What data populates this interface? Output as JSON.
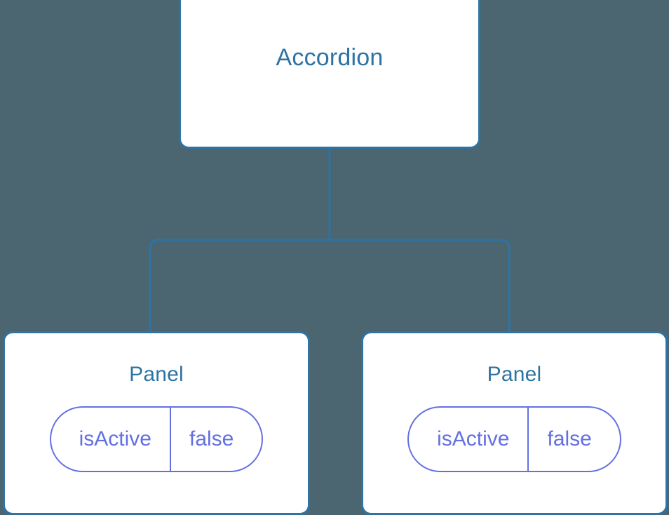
{
  "diagram": {
    "type": "component-tree",
    "background_color": "#4b6670",
    "node_border_color": "#2e73a3",
    "node_fill_color": "#ffffff",
    "edge_color": "#2e73a3",
    "prop_color": "#6370e0",
    "root": {
      "label": "Accordion"
    },
    "children": [
      {
        "label": "Panel",
        "props": [
          {
            "key": "isActive",
            "value": "false"
          }
        ]
      },
      {
        "label": "Panel",
        "props": [
          {
            "key": "isActive",
            "value": "false"
          }
        ]
      }
    ]
  }
}
